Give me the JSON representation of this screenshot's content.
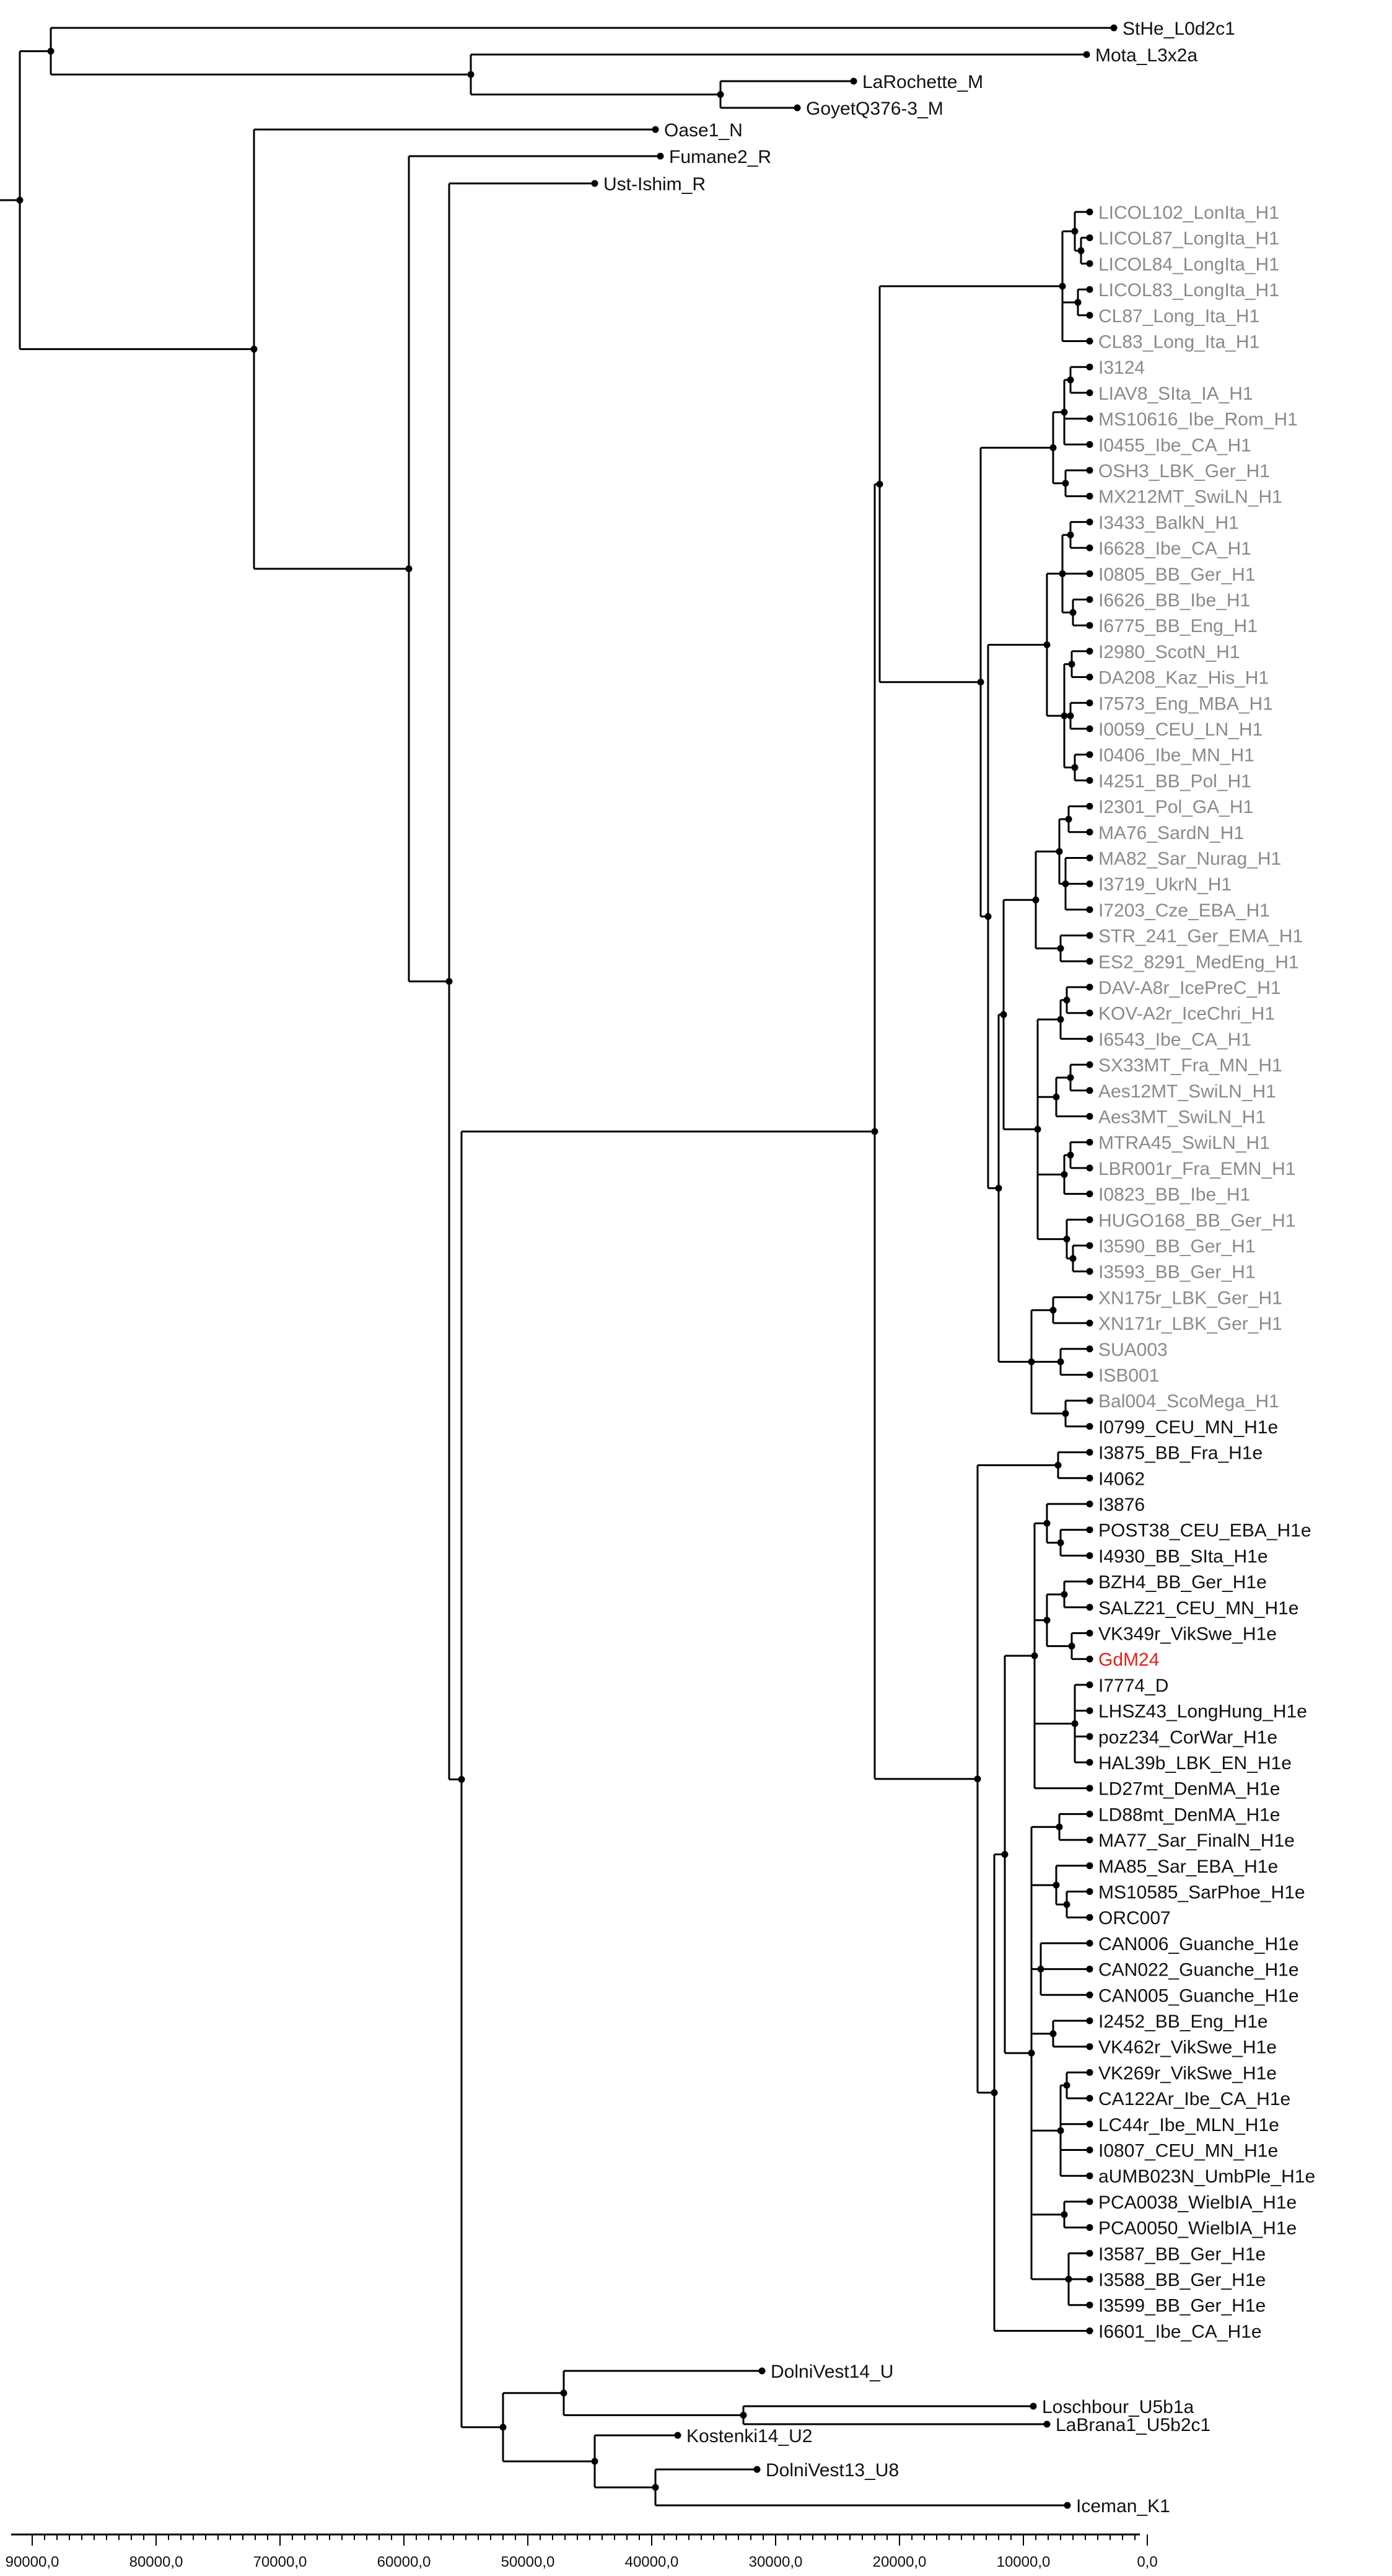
{
  "tree": {
    "colors": {
      "branch": "#000000",
      "black": "#111111",
      "grey": "#8a8a8a",
      "highlight": "#e0211a"
    },
    "top_taxa": [
      {
        "label": "StHe_L0d2c1",
        "color": "black"
      },
      {
        "label": "Mota_L3x2a",
        "color": "black"
      },
      {
        "label": "LaRochette_M",
        "color": "black"
      },
      {
        "label": "GoyetQ376-3_M",
        "color": "black"
      },
      {
        "label": "Oase1_N",
        "color": "black"
      },
      {
        "label": "Fumane2_R",
        "color": "black"
      },
      {
        "label": "Ust-Ishim_R",
        "color": "black"
      }
    ],
    "h1_taxa": [
      {
        "label": "LICOL102_LonIta_H1",
        "color": "grey"
      },
      {
        "label": "LICOL87_LongIta_H1",
        "color": "grey"
      },
      {
        "label": "LICOL84_LongIta_H1",
        "color": "grey"
      },
      {
        "label": "LICOL83_LongIta_H1",
        "color": "grey"
      },
      {
        "label": "CL87_Long_Ita_H1",
        "color": "grey"
      },
      {
        "label": "CL83_Long_Ita_H1",
        "color": "grey"
      },
      {
        "label": "I3124",
        "color": "grey"
      },
      {
        "label": "LIAV8_SIta_IA_H1",
        "color": "grey"
      },
      {
        "label": "MS10616_Ibe_Rom_H1",
        "color": "grey"
      },
      {
        "label": "I0455_Ibe_CA_H1",
        "color": "grey"
      },
      {
        "label": "OSH3_LBK_Ger_H1",
        "color": "grey"
      },
      {
        "label": "MX212MT_SwiLN_H1",
        "color": "grey"
      },
      {
        "label": "I3433_BalkN_H1",
        "color": "grey"
      },
      {
        "label": "I6628_Ibe_CA_H1",
        "color": "grey"
      },
      {
        "label": "I0805_BB_Ger_H1",
        "color": "grey"
      },
      {
        "label": "I6626_BB_Ibe_H1",
        "color": "grey"
      },
      {
        "label": "I6775_BB_Eng_H1",
        "color": "grey"
      },
      {
        "label": "I2980_ScotN_H1",
        "color": "grey"
      },
      {
        "label": "DA208_Kaz_His_H1",
        "color": "grey"
      },
      {
        "label": "I7573_Eng_MBA_H1",
        "color": "grey"
      },
      {
        "label": "I0059_CEU_LN_H1",
        "color": "grey"
      },
      {
        "label": "I0406_Ibe_MN_H1",
        "color": "grey"
      },
      {
        "label": "I4251_BB_Pol_H1",
        "color": "grey"
      },
      {
        "label": "I2301_Pol_GA_H1",
        "color": "grey"
      },
      {
        "label": "MA76_SardN_H1",
        "color": "grey"
      },
      {
        "label": "MA82_Sar_Nurag_H1",
        "color": "grey"
      },
      {
        "label": "I3719_UkrN_H1",
        "color": "grey"
      },
      {
        "label": "I7203_Cze_EBA_H1",
        "color": "grey"
      },
      {
        "label": "STR_241_Ger_EMA_H1",
        "color": "grey"
      },
      {
        "label": "ES2_8291_MedEng_H1",
        "color": "grey"
      },
      {
        "label": "DAV-A8r_IcePreC_H1",
        "color": "grey"
      },
      {
        "label": "KOV-A2r_IceChri_H1",
        "color": "grey"
      },
      {
        "label": "I6543_Ibe_CA_H1",
        "color": "grey"
      },
      {
        "label": "SX33MT_Fra_MN_H1",
        "color": "grey"
      },
      {
        "label": "Aes12MT_SwiLN_H1",
        "color": "grey"
      },
      {
        "label": "Aes3MT_SwiLN_H1",
        "color": "grey"
      },
      {
        "label": "MTRA45_SwiLN_H1",
        "color": "grey"
      },
      {
        "label": "LBR001r_Fra_EMN_H1",
        "color": "grey"
      },
      {
        "label": "I0823_BB_Ibe_H1",
        "color": "grey"
      },
      {
        "label": "HUGO168_BB_Ger_H1",
        "color": "grey"
      },
      {
        "label": "I3590_BB_Ger_H1",
        "color": "grey"
      },
      {
        "label": "I3593_BB_Ger_H1",
        "color": "grey"
      },
      {
        "label": "XN175r_LBK_Ger_H1",
        "color": "grey"
      },
      {
        "label": "XN171r_LBK_Ger_H1",
        "color": "grey"
      },
      {
        "label": "SUA003",
        "color": "grey"
      },
      {
        "label": "ISB001",
        "color": "grey"
      },
      {
        "label": "Bal004_ScoMega_H1",
        "color": "grey"
      },
      {
        "label": "I0799_CEU_MN_H1e",
        "color": "black"
      },
      {
        "label": "I3875_BB_Fra_H1e",
        "color": "black"
      },
      {
        "label": "I4062",
        "color": "black"
      },
      {
        "label": "I3876",
        "color": "black"
      },
      {
        "label": "POST38_CEU_EBA_H1e",
        "color": "black"
      },
      {
        "label": "I4930_BB_SIta_H1e",
        "color": "black"
      },
      {
        "label": "BZH4_BB_Ger_H1e",
        "color": "black"
      },
      {
        "label": "SALZ21_CEU_MN_H1e",
        "color": "black"
      },
      {
        "label": "VK349r_VikSwe_H1e",
        "color": "black"
      },
      {
        "label": "GdM24",
        "color": "highlight"
      },
      {
        "label": "I7774_D",
        "color": "black"
      },
      {
        "label": "LHSZ43_LongHung_H1e",
        "color": "black"
      },
      {
        "label": "poz234_CorWar_H1e",
        "color": "black"
      },
      {
        "label": "HAL39b_LBK_EN_H1e",
        "color": "black"
      },
      {
        "label": "LD27mt_DenMA_H1e",
        "color": "black"
      },
      {
        "label": "LD88mt_DenMA_H1e",
        "color": "black"
      },
      {
        "label": "MA77_Sar_FinalN_H1e",
        "color": "black"
      },
      {
        "label": "MA85_Sar_EBA_H1e",
        "color": "black"
      },
      {
        "label": "MS10585_SarPhoe_H1e",
        "color": "black"
      },
      {
        "label": "ORC007",
        "color": "black"
      },
      {
        "label": "CAN006_Guanche_H1e",
        "color": "black"
      },
      {
        "label": "CAN022_Guanche_H1e",
        "color": "black"
      },
      {
        "label": "CAN005_Guanche_H1e",
        "color": "black"
      },
      {
        "label": "I2452_BB_Eng_H1e",
        "color": "black"
      },
      {
        "label": "VK462r_VikSwe_H1e",
        "color": "black"
      },
      {
        "label": "VK269r_VikSwe_H1e",
        "color": "black"
      },
      {
        "label": "CA122Ar_Ibe_CA_H1e",
        "color": "black"
      },
      {
        "label": "LC44r_Ibe_MLN_H1e",
        "color": "black"
      },
      {
        "label": "I0807_CEU_MN_H1e",
        "color": "black"
      },
      {
        "label": "aUMB023N_UmbPle_H1e",
        "color": "black"
      },
      {
        "label": "PCA0038_WielbIA_H1e",
        "color": "black"
      },
      {
        "label": "PCA0050_WielbIA_H1e",
        "color": "black"
      },
      {
        "label": "I3587_BB_Ger_H1e",
        "color": "black"
      },
      {
        "label": "I3588_BB_Ger_H1e",
        "color": "black"
      },
      {
        "label": "I3599_BB_Ger_H1e",
        "color": "black"
      },
      {
        "label": "I6601_Ibe_CA_H1e",
        "color": "black"
      }
    ],
    "bottom_taxa": [
      {
        "label": "DolniVest14_U",
        "color": "black"
      },
      {
        "label": "Loschbour_U5b1a",
        "color": "black"
      },
      {
        "label": "LaBrana1_U5b2c1",
        "color": "black"
      },
      {
        "label": "Kostenki14_U2",
        "color": "black"
      },
      {
        "label": "DolniVest13_U8",
        "color": "black"
      },
      {
        "label": "Iceman_K1",
        "color": "black"
      }
    ],
    "axis": {
      "tick_labels": [
        "90000,0",
        "80000,0",
        "70000,0",
        "60000,0",
        "50000,0",
        "40000,0",
        "30000,0",
        "20000,0",
        "10000,0",
        "0,0"
      ]
    }
  }
}
